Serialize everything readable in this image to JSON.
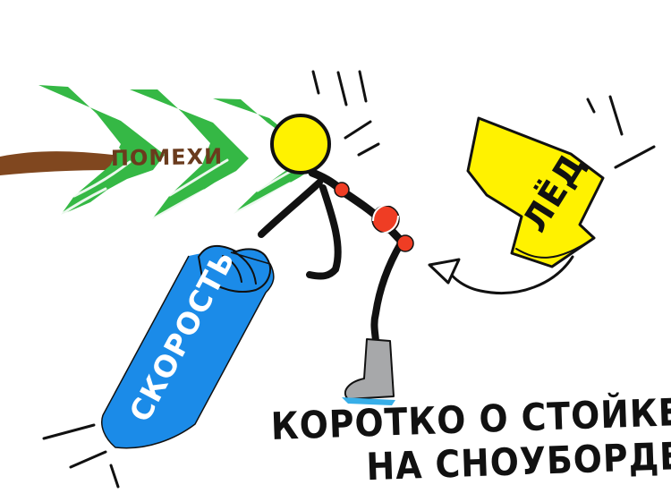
{
  "labels": {
    "interference": "ПОМЕХИ",
    "ice": "ЛЁД",
    "speed": "СКОРОСТЬ"
  },
  "title": {
    "line1": "КОРОТКО О СТОЙКЕ",
    "line2": "НА СНОУБОРДЕ"
  },
  "colors": {
    "tree_green": "#35b845",
    "trunk_brown": "#80471f",
    "label_brown": "#6a3b1d",
    "ice_yellow": "#fff200",
    "speed_blue": "#1b8be8",
    "joint_red": "#ef3d24",
    "boot_gray": "#a7a8aa",
    "snow_blue": "#37aee8",
    "ink": "#111111"
  },
  "icons": {
    "tree": "tree-icon",
    "ice_boot": "ice-boot-icon",
    "speed_arm": "raised-fist-arm-icon",
    "rider": "snowboarder-stick-figure-icon"
  }
}
